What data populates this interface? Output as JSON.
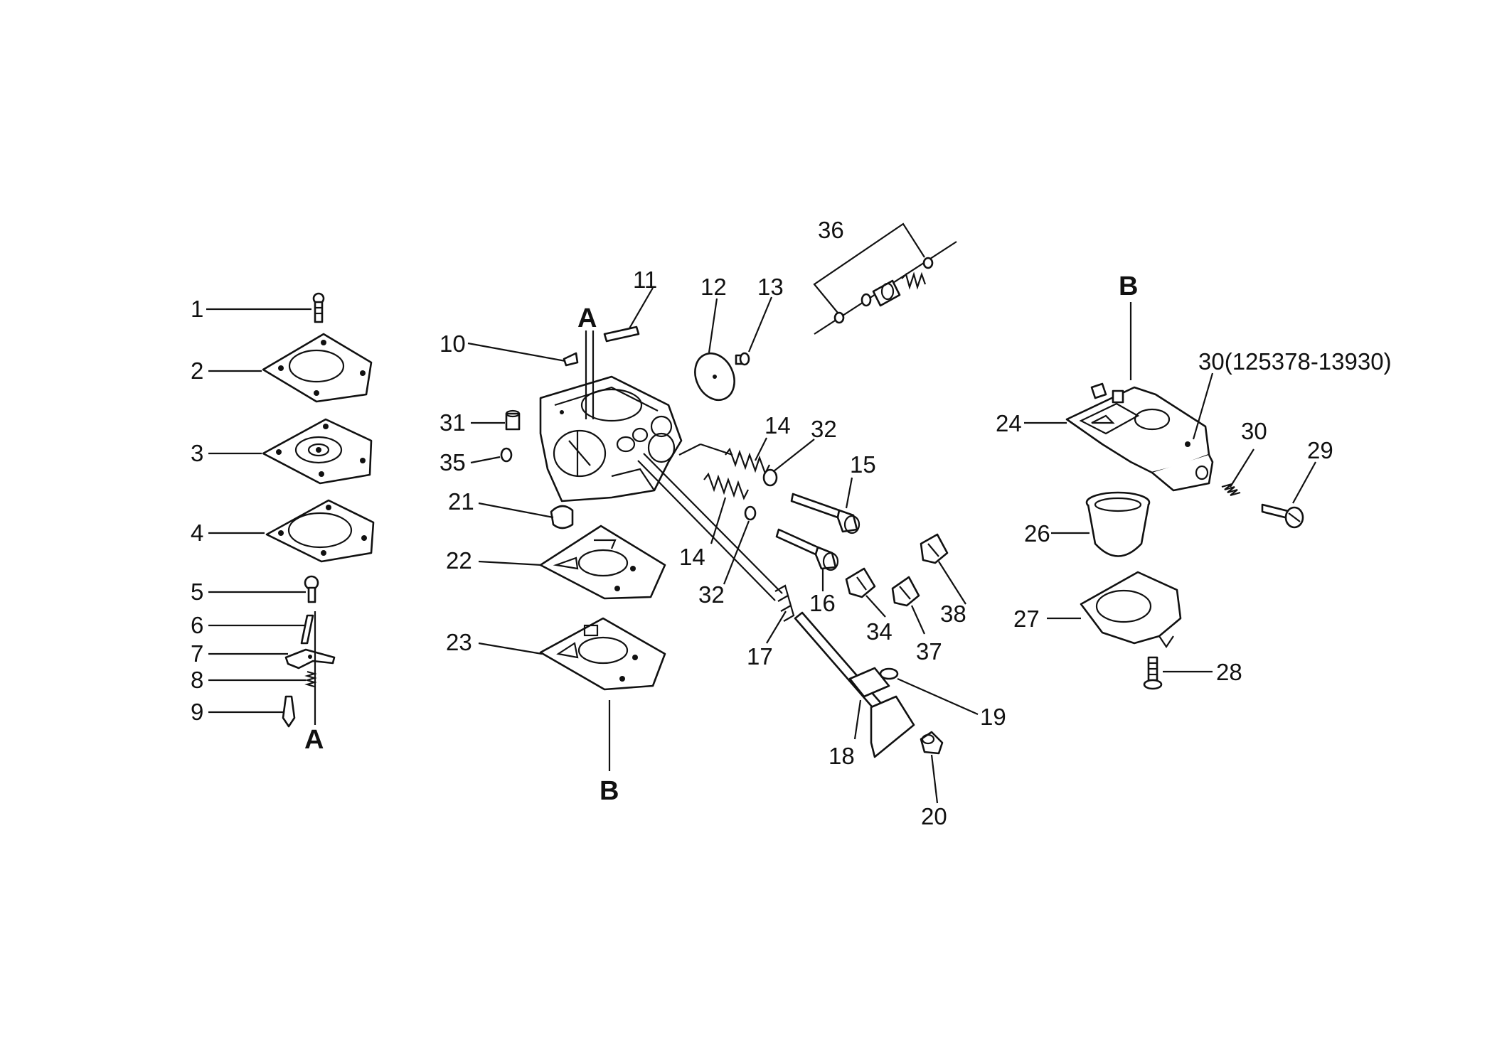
{
  "parts": [
    {
      "id": "p1",
      "label": "1"
    },
    {
      "id": "p2",
      "label": "2"
    },
    {
      "id": "p3",
      "label": "3"
    },
    {
      "id": "p4",
      "label": "4"
    },
    {
      "id": "p5",
      "label": "5"
    },
    {
      "id": "p6",
      "label": "6"
    },
    {
      "id": "p7",
      "label": "7"
    },
    {
      "id": "p8",
      "label": "8"
    },
    {
      "id": "p9",
      "label": "9"
    },
    {
      "id": "p10",
      "label": "10"
    },
    {
      "id": "p11",
      "label": "11"
    },
    {
      "id": "p12",
      "label": "12"
    },
    {
      "id": "p13",
      "label": "13"
    },
    {
      "id": "p14a",
      "label": "14"
    },
    {
      "id": "p14b",
      "label": "14"
    },
    {
      "id": "p15",
      "label": "15"
    },
    {
      "id": "p16",
      "label": "16"
    },
    {
      "id": "p17",
      "label": "17"
    },
    {
      "id": "p18",
      "label": "18"
    },
    {
      "id": "p19",
      "label": "19"
    },
    {
      "id": "p20",
      "label": "20"
    },
    {
      "id": "p21",
      "label": "21"
    },
    {
      "id": "p22",
      "label": "22"
    },
    {
      "id": "p23",
      "label": "23"
    },
    {
      "id": "p24",
      "label": "24"
    },
    {
      "id": "p26",
      "label": "26"
    },
    {
      "id": "p27",
      "label": "27"
    },
    {
      "id": "p28",
      "label": "28"
    },
    {
      "id": "p29",
      "label": "29"
    },
    {
      "id": "p30",
      "label": "30"
    },
    {
      "id": "p30ref",
      "label": "30(125378-13930)"
    },
    {
      "id": "p31",
      "label": "31"
    },
    {
      "id": "p32a",
      "label": "32"
    },
    {
      "id": "p32b",
      "label": "32"
    },
    {
      "id": "p34",
      "label": "34"
    },
    {
      "id": "p35",
      "label": "35"
    },
    {
      "id": "p36",
      "label": "36"
    },
    {
      "id": "p37",
      "label": "37"
    },
    {
      "id": "p38",
      "label": "38"
    }
  ],
  "refs": [
    {
      "id": "refA1",
      "label": "A"
    },
    {
      "id": "refA2",
      "label": "A"
    },
    {
      "id": "refB1",
      "label": "B"
    },
    {
      "id": "refB2",
      "label": "B"
    }
  ]
}
